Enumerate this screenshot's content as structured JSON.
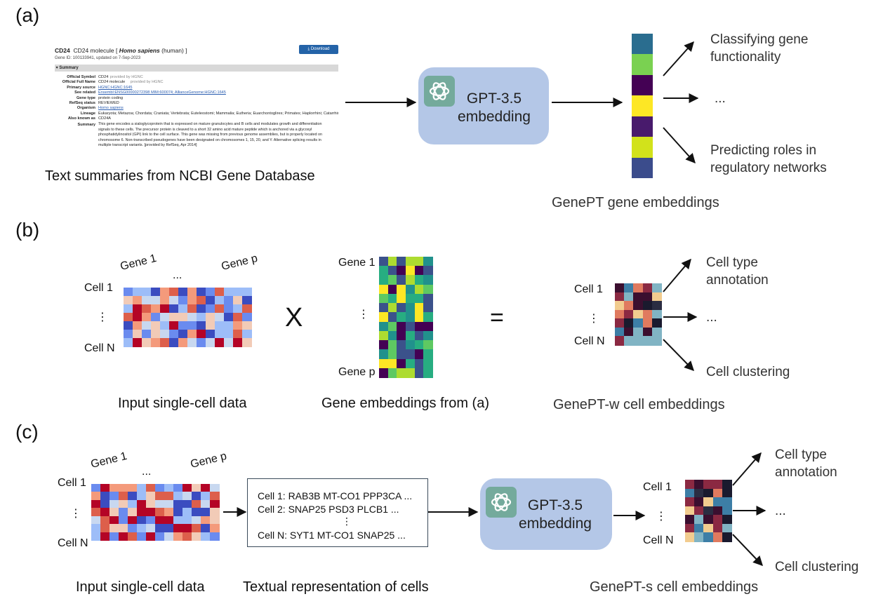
{
  "panels": {
    "a": {
      "label": "(a)",
      "ncbi": {
        "title_symbol": "CD24",
        "title_name": "CD24 molecule [",
        "title_species": "Homo sapiens",
        "title_tail": "(human) ]",
        "gene_id": "Gene ID: 100133941, updated on 7-Sep-2023",
        "download_label": "Download Datasets",
        "summary_header": "Summary",
        "fields": [
          {
            "key": "Official Symbol",
            "value": "CD24",
            "suffix": "provided by HGNC",
            "link": false
          },
          {
            "key": "Official Full Name",
            "value": "CD24 molecule",
            "suffix": "provided by HGNC",
            "link": false
          },
          {
            "key": "Primary source",
            "value": "HGNC:HGNC:1645",
            "suffix": "",
            "link": true
          },
          {
            "key": "See related",
            "value": "Ensembl:ENSG00000272398 MIM:600074; AllianceGenome:HGNC:1645",
            "suffix": "",
            "link": true
          },
          {
            "key": "Gene type",
            "value": "protein coding",
            "suffix": "",
            "link": false
          },
          {
            "key": "RefSeq status",
            "value": "REVIEWED",
            "suffix": "",
            "link": false
          },
          {
            "key": "Organism",
            "value": "Homo sapiens",
            "suffix": "",
            "link": true
          },
          {
            "key": "Lineage",
            "value": "Eukaryota; Metazoa; Chordata; Craniata; Vertebrata; Euteleostomi; Mammalia; Eutheria; Euarchontoglires; Primates; Haplorrhini; Catarrhini; Hominidae; Homo",
            "suffix": "",
            "link": false
          },
          {
            "key": "Also known as",
            "value": "CD24A",
            "suffix": "",
            "link": false
          }
        ],
        "summary_key": "Summary",
        "summary_text": "This gene encodes a sialoglycoprotein that is expressed on mature granulocytes and B cells and modulates growth and differentiation signals to these cells. The precursor protein is cleaved to a short 32 amino acid mature peptide which is anchored via a glycosyl phosphatidylinositol (GPI) link to the cell surface. This gene was missing from previous genome assemblies, but is properly located on chromosome 6. Non-transcribed pseudogenes have been designated on chromosomes 1, 15, 20, and Y. Alternative splicing results in multiple transcript variants. [provided by RefSeq, Apr 2014]"
      },
      "input_caption": "Text summaries from NCBI Gene Database",
      "gpt_line1": "GPT-3.5",
      "gpt_line2": "embedding",
      "embedding_colors": [
        "#2a6d8f",
        "#7ad151",
        "#440154",
        "#fde725",
        "#481a6c",
        "#d2e21b",
        "#3b4c8c"
      ],
      "output_caption": "GenePT gene embeddings",
      "tasks": [
        "Classifying gene",
        "functionality",
        "...",
        "Predicting roles in",
        "regulatory networks"
      ]
    },
    "b": {
      "label": "(b)",
      "gene1": "Gene 1",
      "gene_dots": "...",
      "genep": "Gene p",
      "cell1": "Cell 1",
      "cell_dots": "⋮",
      "celln": "Cell N",
      "times": "X",
      "equals": "=",
      "input_caption": "Input single-cell data",
      "emb_gene1": "Gene 1",
      "emb_dots": "⋮",
      "emb_genep": "Gene p",
      "emb_caption": "Gene embeddings from (a)",
      "out_cell1": "Cell 1",
      "out_dots": "⋮",
      "out_celln": "Cell N",
      "output_caption": "GenePT-w cell embeddings",
      "tasks": [
        "Cell type",
        "annotation",
        "...",
        "Cell clustering"
      ]
    },
    "c": {
      "label": "(c)",
      "gene1": "Gene 1",
      "gene_dots": "...",
      "genep": "Gene p",
      "cell1": "Cell 1",
      "cell_dots": "⋮",
      "celln": "Cell N",
      "input_caption": "Input single-cell data",
      "text_lines": [
        "Cell 1: RAB3B MT-CO1 PPP3CA ...",
        "Cell 2: SNAP25 PSD3 PLCB1 ...",
        "⋮",
        "Cell N: SYT1 MT-CO1 SNAP25 ..."
      ],
      "text_caption": "Textual representation of cells",
      "gpt_line1": "GPT-3.5",
      "gpt_line2": "embedding",
      "out_cell1": "Cell 1",
      "out_dots": "⋮",
      "out_celln": "Cell N",
      "output_caption": "GenePT-s cell embeddings",
      "tasks": [
        "Cell type",
        "annotation",
        "...",
        "Cell clustering"
      ]
    }
  },
  "colors": {
    "gpt_box": "#b4c7e7",
    "gpt_logo": "#74aa9c",
    "heatmap_palette": [
      "#3b4cc0",
      "#6a8bef",
      "#9dbdf8",
      "#c8d8f0",
      "#f2cbb7",
      "#f49a7b",
      "#dd5f4b",
      "#b40426"
    ],
    "viridis_palette": [
      "#440154",
      "#3b528b",
      "#21918c",
      "#27ad81",
      "#5ec962",
      "#addc30",
      "#fde725"
    ],
    "cell_emb_palette": [
      "#1a1a2e",
      "#3b0f2f",
      "#8b2942",
      "#e07a5f",
      "#f2cc8f",
      "#81b4c4",
      "#3d7ea6",
      "#2b2d42"
    ]
  }
}
